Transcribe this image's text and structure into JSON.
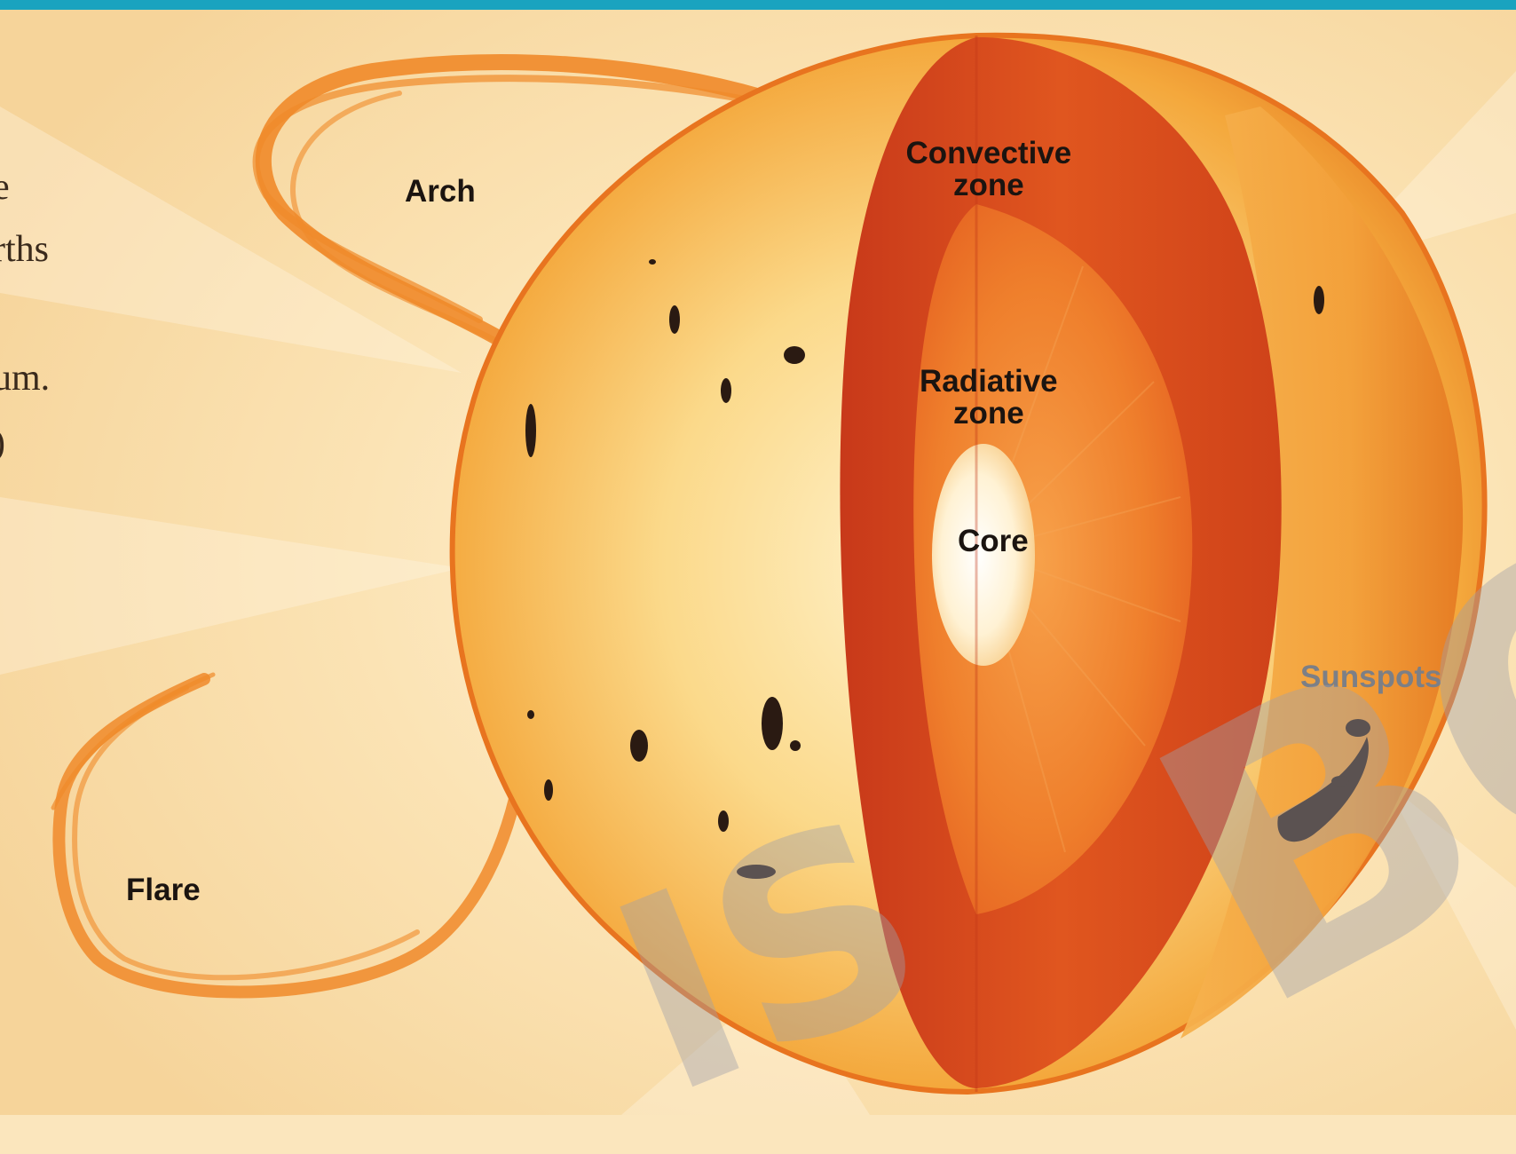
{
  "diagram": {
    "labels": {
      "arch": "Arch",
      "convective_zone": [
        "Convective",
        "zone"
      ],
      "radiative_zone": [
        "Radiative",
        "zone"
      ],
      "core": "Core",
      "sunspots": "Sunspots",
      "flare": "Flare"
    },
    "side_text_fragments": [
      "e",
      "rths",
      "um.",
      ")"
    ],
    "watermark": [
      "IS",
      "BO"
    ],
    "colors": {
      "background": "#fbe6bd",
      "top_rule": "#1aa3bf",
      "photosphere": "#f2a23a",
      "convective": "#d9481c",
      "radiative": "#ec7a2a",
      "core": "#fff6df",
      "sunspot": "#2a1a12"
    },
    "icons": {
      "top_rule": "divider-line",
      "sun": "sun-cutaway",
      "arch": "solar-arch-prominence",
      "flare": "solar-flare-loop",
      "sunspots": "sunspot-cluster"
    }
  }
}
